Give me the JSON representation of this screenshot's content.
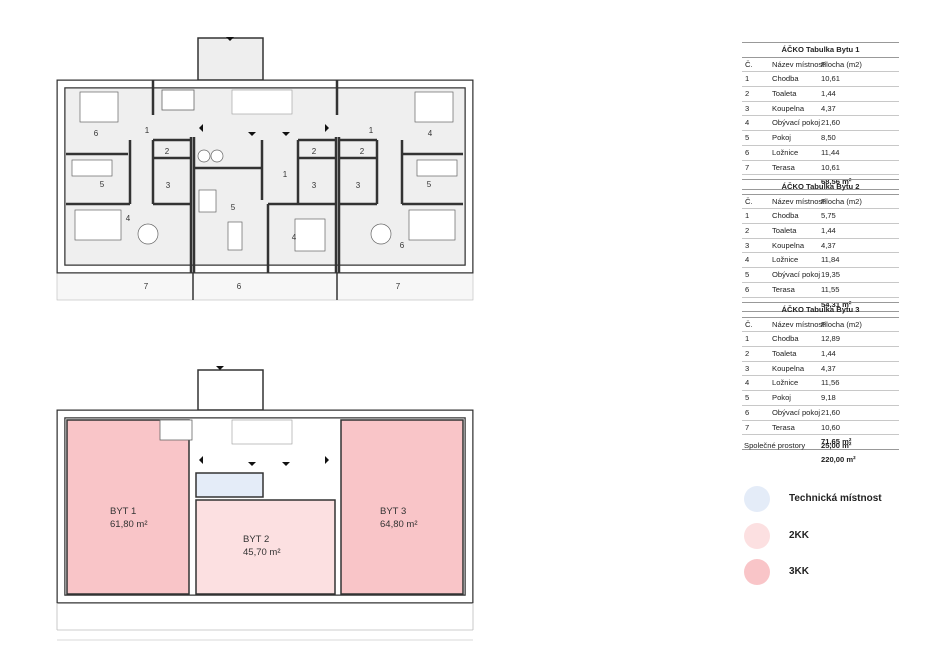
{
  "plan_upper": {
    "room_labels": {
      "a1_1": "1",
      "a1_2": "2",
      "a1_3": "3",
      "a1_4": "4",
      "a1_5": "5",
      "a1_6": "6",
      "a1_7": "7",
      "a2_1": "1",
      "a2_2": "2",
      "a2_3": "3",
      "a2_4": "4",
      "a2_5": "5",
      "a2_6": "6",
      "a3_1": "1",
      "a3_2": "2",
      "a3_3": "3",
      "a3_4": "4",
      "a3_5": "5",
      "a3_6": "6",
      "a3_7": "7"
    }
  },
  "plan_lower": {
    "units": [
      {
        "name": "BYT 1",
        "area": "61,80 m²",
        "type": "3KK"
      },
      {
        "name": "BYT 2",
        "area": "45,70 m²",
        "type": "2KK"
      },
      {
        "name": "BYT 3",
        "area": "64,80 m²",
        "type": "3KK"
      }
    ]
  },
  "tables": [
    {
      "title": "ÁČKO Tabulka Bytu 1",
      "headers": [
        "Č.",
        "Název místnosti",
        "Plocha (m2)"
      ],
      "rows": [
        [
          "1",
          "Chodba",
          "10,61"
        ],
        [
          "2",
          "Toaleta",
          "1,44"
        ],
        [
          "3",
          "Koupelna",
          "4,37"
        ],
        [
          "4",
          "Obývací pokoj",
          "21,60"
        ],
        [
          "5",
          "Pokoj",
          "8,50"
        ],
        [
          "6",
          "Ložnice",
          "11,44"
        ],
        [
          "7",
          "Terasa",
          "10,61"
        ]
      ],
      "total": "68,56 m²"
    },
    {
      "title": "ÁČKO Tabulka Bytu 2",
      "headers": [
        "Č.",
        "Název místnosti",
        "Plocha (m2)"
      ],
      "rows": [
        [
          "1",
          "Chodba",
          "5,75"
        ],
        [
          "2",
          "Toaleta",
          "1,44"
        ],
        [
          "3",
          "Koupelna",
          "4,37"
        ],
        [
          "4",
          "Ložnice",
          "11,84"
        ],
        [
          "5",
          "Obývací pokoj",
          "19,35"
        ],
        [
          "6",
          "Terasa",
          "11,55"
        ]
      ],
      "total": "54,31 m²"
    },
    {
      "title": "ÁČKO Tabulka Bytu 3",
      "headers": [
        "Č.",
        "Název místnosti",
        "Plocha (m2)"
      ],
      "rows": [
        [
          "1",
          "Chodba",
          "12,89"
        ],
        [
          "2",
          "Toaleta",
          "1,44"
        ],
        [
          "3",
          "Koupelna",
          "4,37"
        ],
        [
          "4",
          "Ložnice",
          "11,56"
        ],
        [
          "5",
          "Pokoj",
          "9,18"
        ],
        [
          "6",
          "Obývací pokoj",
          "21,60"
        ],
        [
          "7",
          "Terasa",
          "10,60"
        ]
      ],
      "total": "71,65 m²"
    }
  ],
  "common": {
    "label": "Společné prostory",
    "value": "25,00 m²"
  },
  "grand_total": "220,00 m²",
  "legend": [
    {
      "label": "Technická místnost",
      "color": "#e4ecf8"
    },
    {
      "label": "2KK",
      "color": "#fce0e1"
    },
    {
      "label": "3KK",
      "color": "#f9c5c8"
    }
  ]
}
